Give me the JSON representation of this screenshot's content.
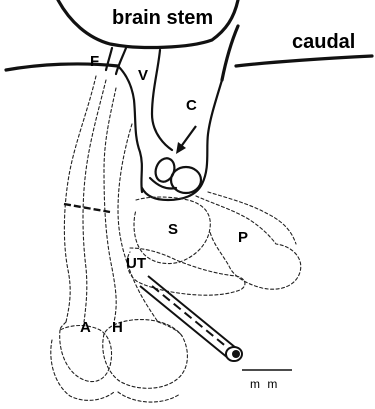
{
  "labels": {
    "brain_stem": "brain stem",
    "caudal": "caudal",
    "F": "F",
    "V": "V",
    "C": "C",
    "S": "S",
    "P": "P",
    "UT": "UT",
    "A": "A",
    "H": "H",
    "scale": "m m"
  },
  "colors": {
    "ink": "#111111",
    "background": "#ffffff"
  }
}
